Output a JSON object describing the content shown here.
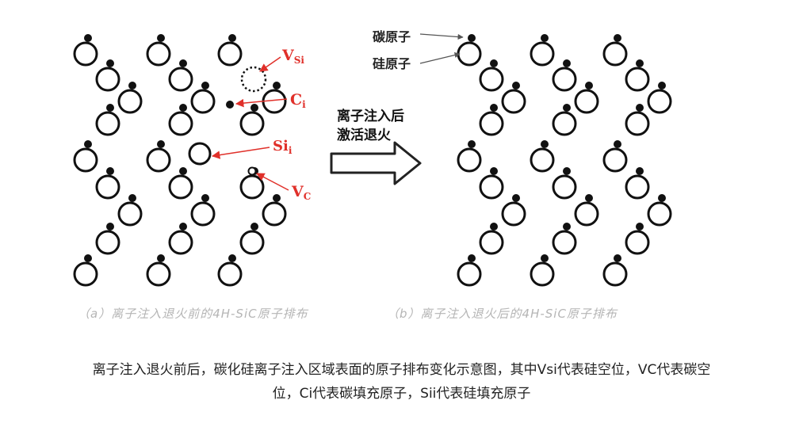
{
  "labels": {
    "carbon_atom": "碳原子",
    "silicon_atom": "硅原子",
    "arrow_text_line1": "离子注入后",
    "arrow_text_line2": "激活退火",
    "v_si": "V",
    "v_si_sub": "Si",
    "c_i": "C",
    "c_i_sub": "i",
    "si_i": "Si",
    "si_i_sub": "i",
    "v_c": "V",
    "v_c_sub": "C"
  },
  "panels": {
    "a_caption": "（a）离子注入退火前的4H-SiC原子排布",
    "b_caption": "（b）离子注入退火后的4H-SiC原子排布"
  },
  "caption": {
    "line1": "离子注入退火前后，碳化硅离子注入区域表面的原子排布变化示意图，其中Vsi代表硅空位，VC代表碳空",
    "line2": "位，Ci代表碳填充原子，Sii代表硅填充原子"
  },
  "colors": {
    "atom": "#111111",
    "annotation_red": "#e0302a",
    "panel_caption": "#b5b5b5",
    "arrow_stroke": "#222222"
  }
}
